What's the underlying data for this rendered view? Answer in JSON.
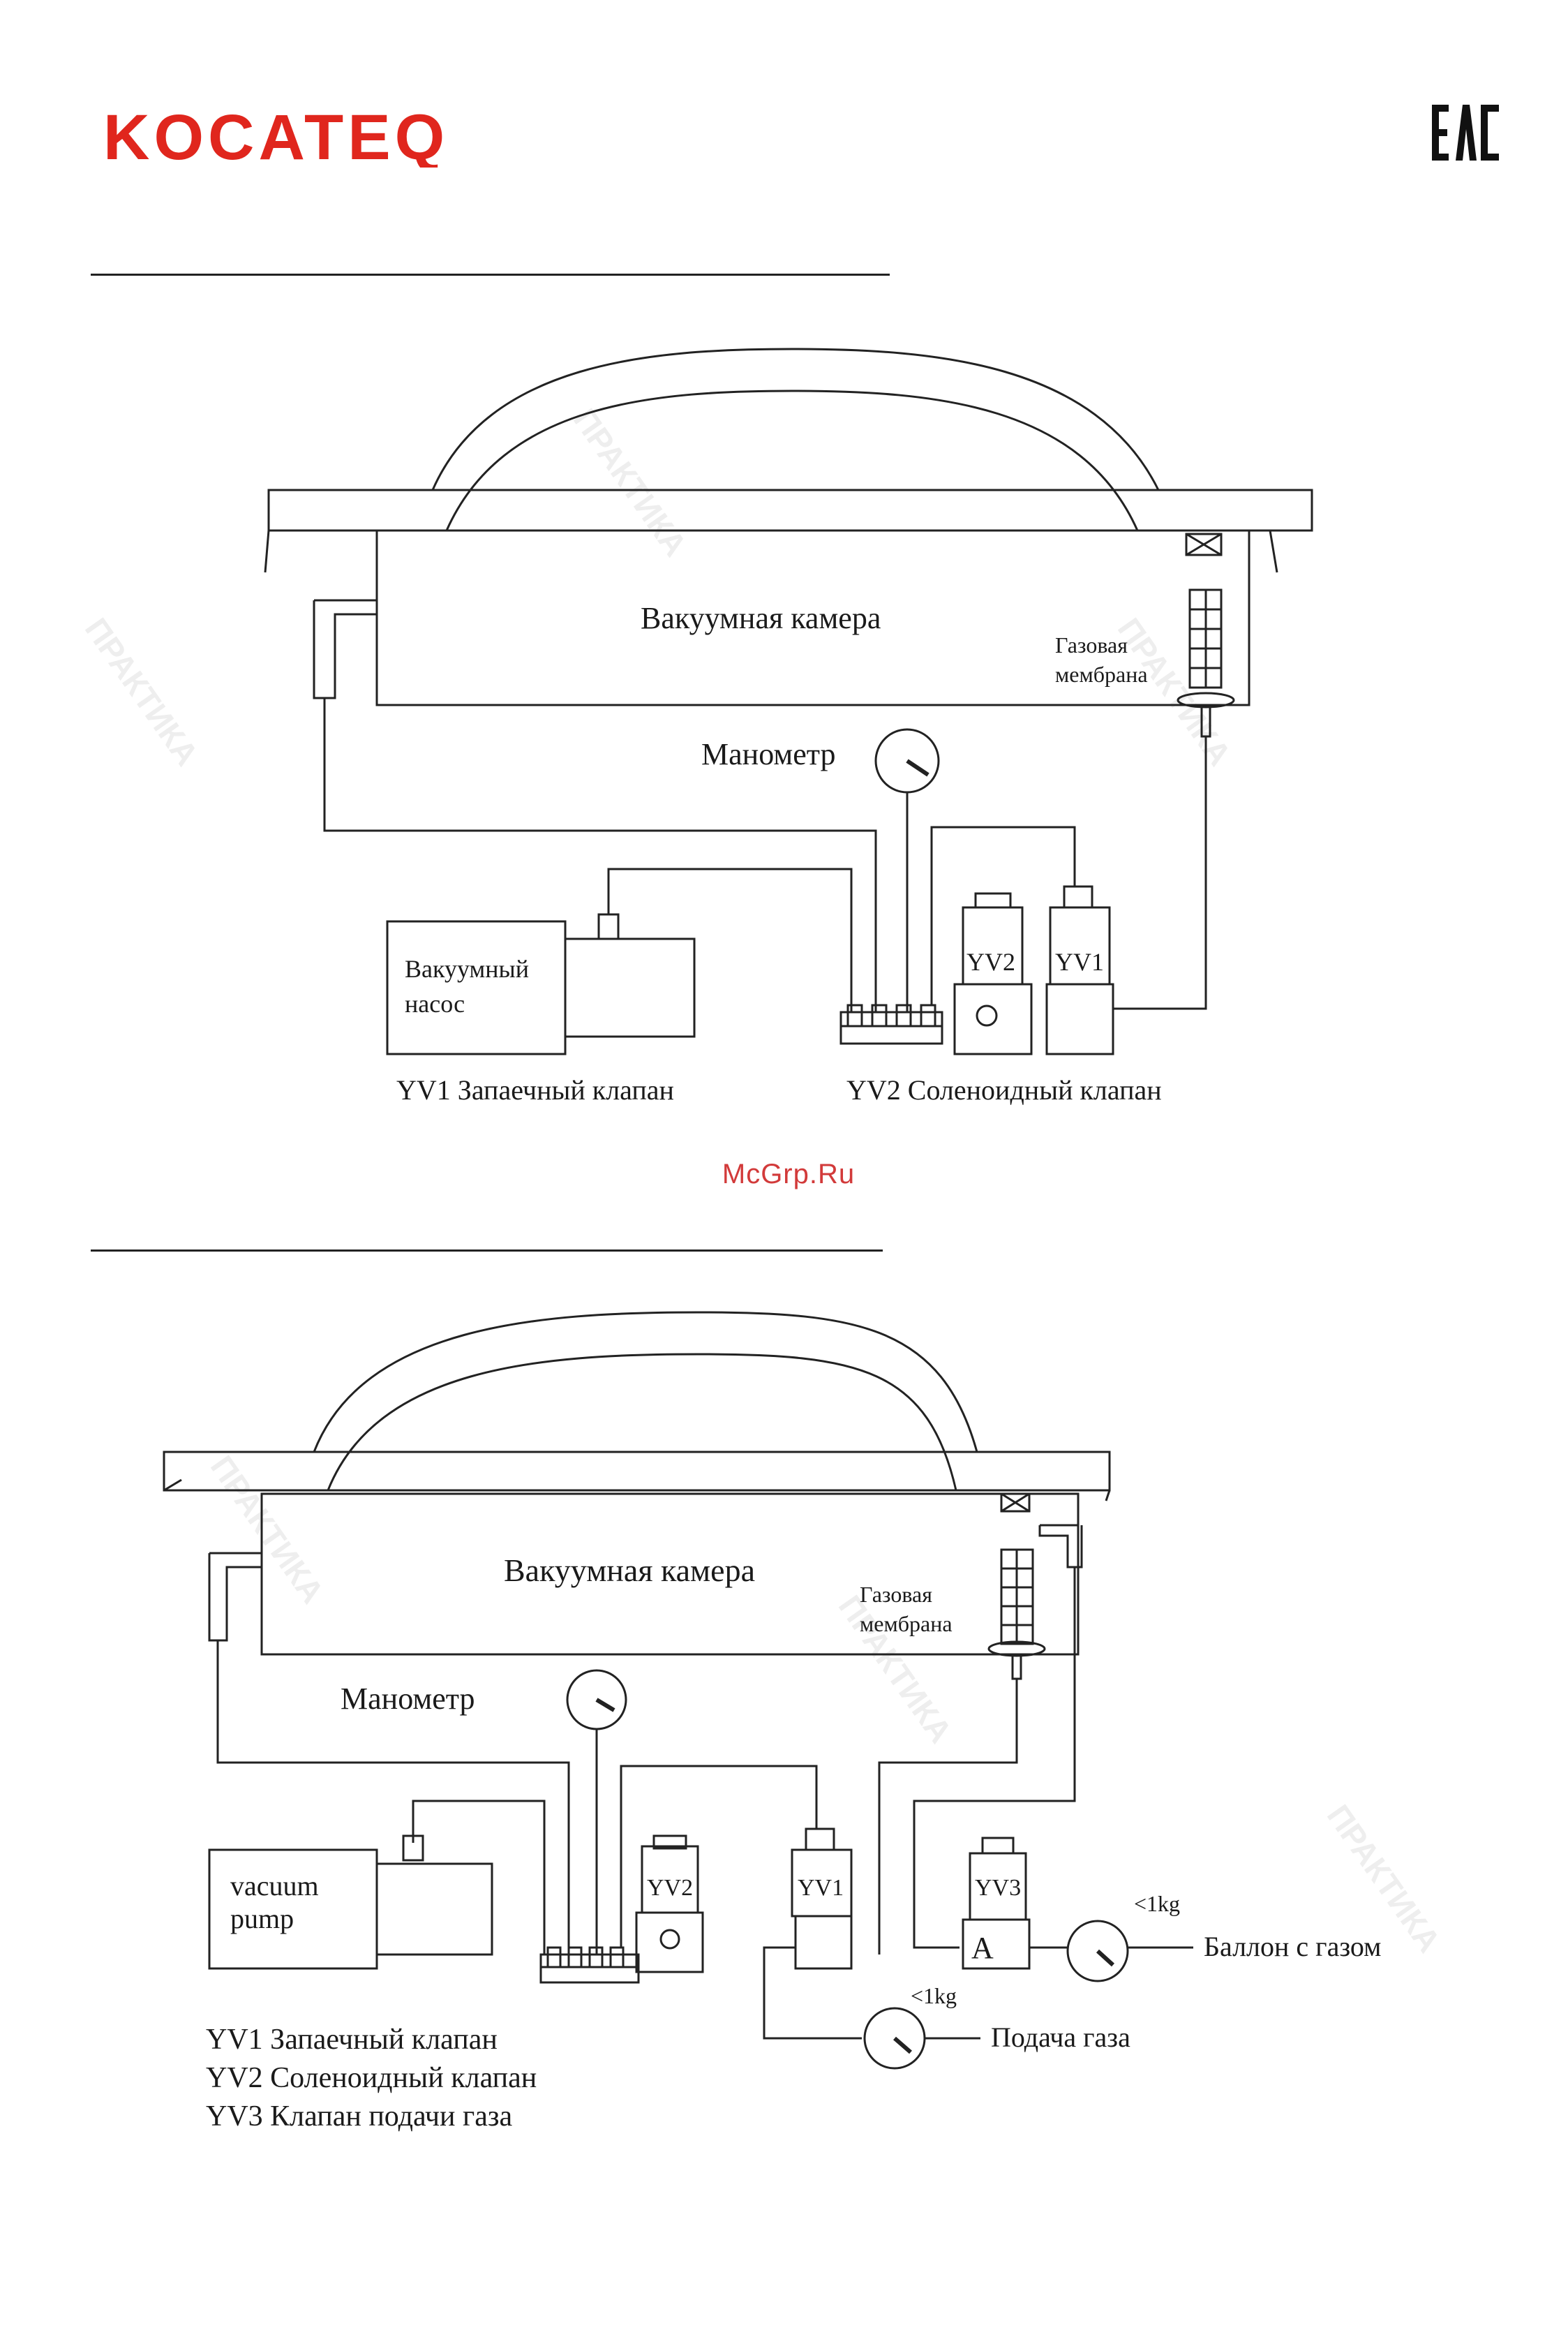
{
  "header": {
    "brand": "KOCATEQ",
    "brand_color": "#e0261d",
    "cert_mark": "EAC"
  },
  "watermark": {
    "site": "McGrp.Ru",
    "pattern_text": "ПРАКТИКА"
  },
  "diagram1": {
    "chamber": "Вакуумная камера",
    "membrane_line1": "Газовая",
    "membrane_line2": "мембрана",
    "manometer": "Манометр",
    "pump_line1": "Вакуумный",
    "pump_line2": "насос",
    "valve_yv1": "YV1",
    "valve_yv2": "YV2",
    "legend_left": "YV1 Запаечный клапан",
    "legend_right": "YV2 Соленоидный клапан"
  },
  "diagram2": {
    "chamber": "Вакуумная камера",
    "membrane_line1": "Газовая",
    "membrane_line2": "мембрана",
    "manometer": "Манометр",
    "pump_line1": "vacuum",
    "pump_line2": "pump",
    "valve_yv1": "YV1",
    "valve_yv2": "YV2",
    "valve_yv3": "YV3",
    "valve_a": "A",
    "gauge_limit_1": "<1kg",
    "gauge_limit_2": "<1kg",
    "gas_cylinder": "Баллон с газом",
    "gas_supply": "Подача газа",
    "legend": [
      "YV1 Запаечный клапан",
      "YV2 Соленоидный клапан",
      "YV3 Клапан подачи газа"
    ]
  }
}
